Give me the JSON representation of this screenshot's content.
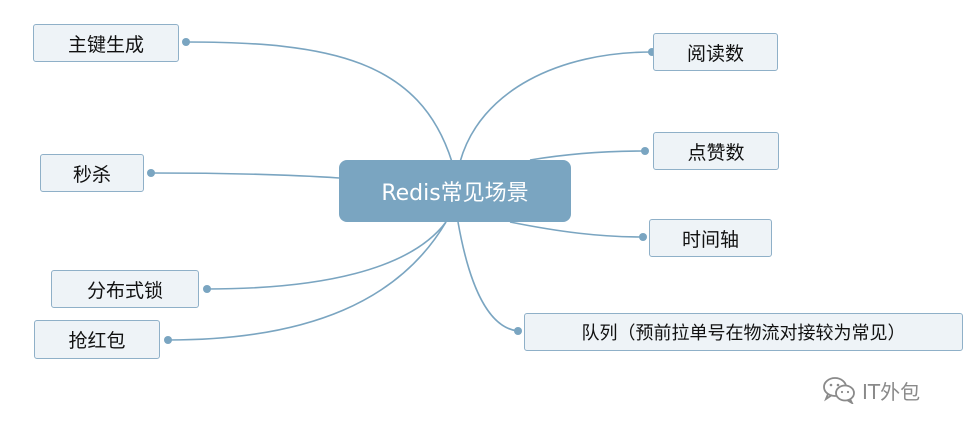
{
  "center": {
    "label": "Redis常见场景"
  },
  "branches": [
    {
      "id": "primary-key",
      "label": "主键生成"
    },
    {
      "id": "flash-sale",
      "label": "秒杀"
    },
    {
      "id": "dist-lock",
      "label": "分布式锁"
    },
    {
      "id": "red-packet",
      "label": "抢红包"
    },
    {
      "id": "read-count",
      "label": "阅读数"
    },
    {
      "id": "like-count",
      "label": "点赞数"
    },
    {
      "id": "timeline",
      "label": "时间轴"
    },
    {
      "id": "queue",
      "label": "队列（预前拉单号在物流对接较为常见）"
    }
  ],
  "watermark": {
    "icon": "wechat-icon",
    "text": "IT外包"
  },
  "colors": {
    "center": "#7aa5c1",
    "line": "#7aa5c1",
    "leaf_bg": "#eef3f7",
    "leaf_border": "#8fb0c8"
  }
}
